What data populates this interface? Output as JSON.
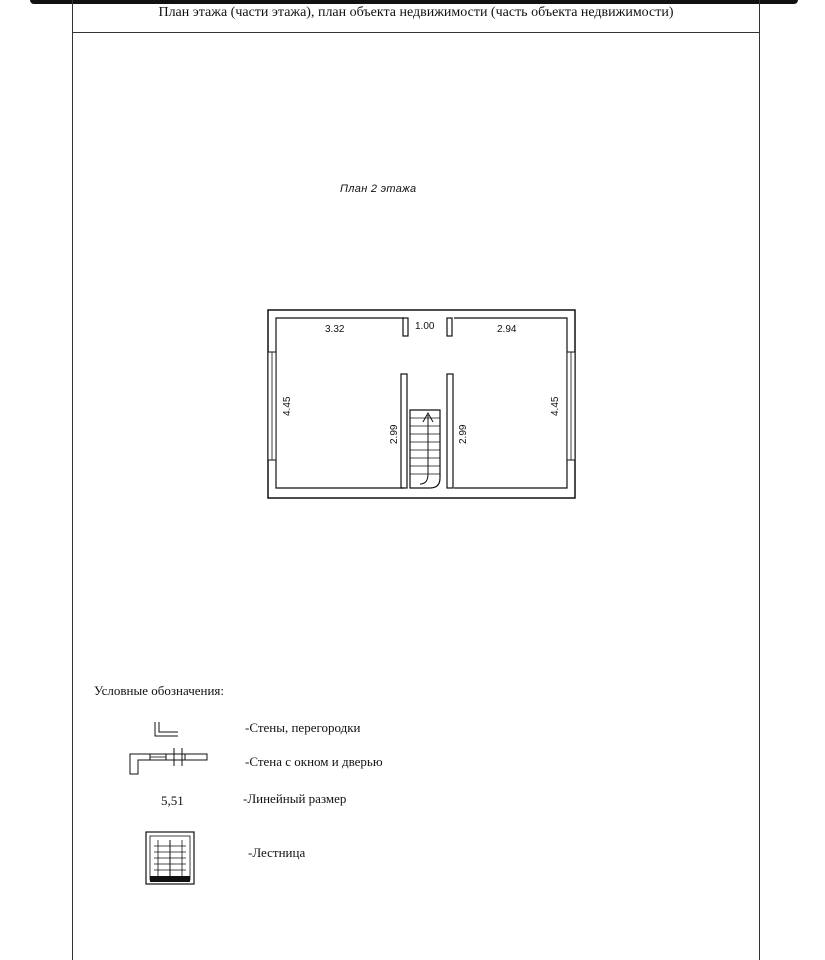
{
  "header": {
    "title": "План этажа (части этажа), план объекта  недвижимости (часть объекта недвижимости)"
  },
  "plan": {
    "title": "План 2 этажа",
    "dimensions": {
      "left_room_width": "3.32",
      "corridor_width": "1.00",
      "right_room_width": "2.94",
      "left_room_depth": "4.45",
      "right_room_depth": "4.45",
      "left_partition_length": "2.99",
      "right_partition_length": "2.99"
    }
  },
  "legend": {
    "title": "Условные обозначения:",
    "items": [
      {
        "icon": "wall-corner-icon",
        "label": "-Стены, перегородки"
      },
      {
        "icon": "wall-window-door-icon",
        "label": "-Стена с окном и дверью"
      },
      {
        "icon": "linear-dimension-sample",
        "sample": "5,51",
        "label": "-Линейный размер"
      },
      {
        "icon": "staircase-icon",
        "label": "-Лестница"
      }
    ]
  }
}
